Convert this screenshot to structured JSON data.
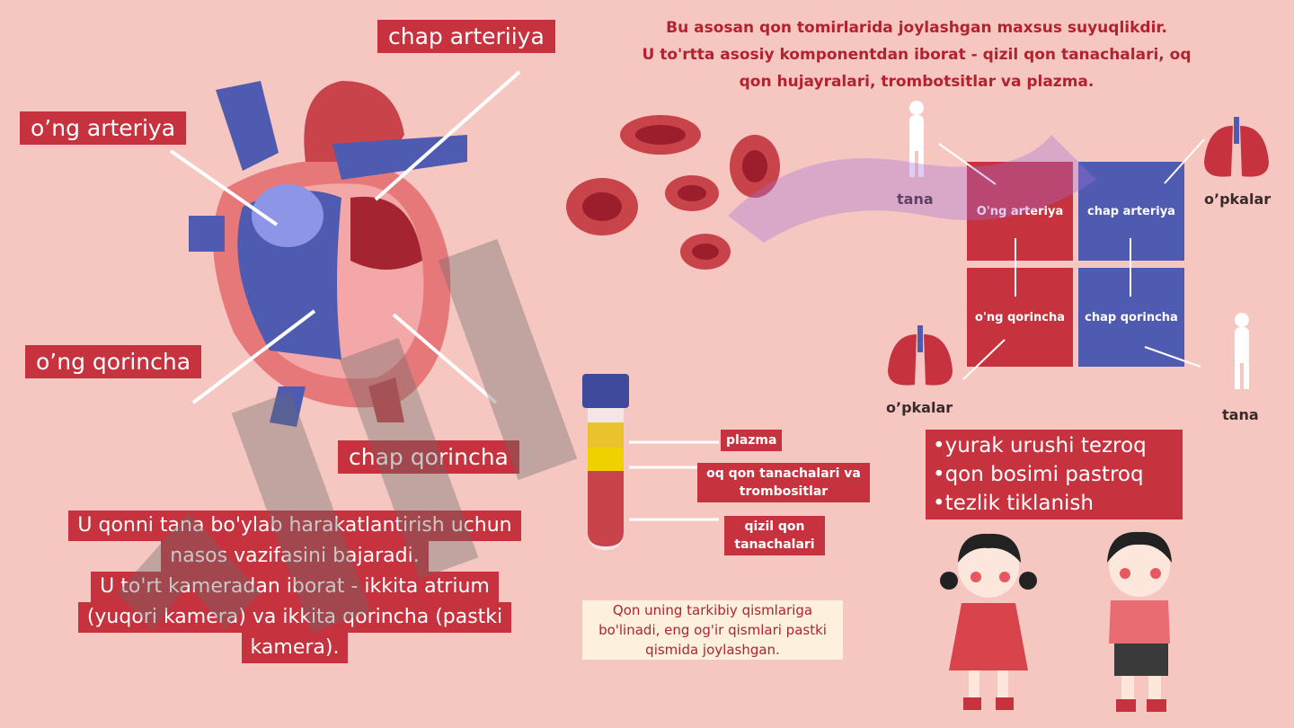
{
  "labels": {
    "left_artery": "chap arteriiya",
    "right_artery": "o’ng arteriya",
    "right_ventricle": "o’ng  qorincha",
    "left_ventricle": "chap qorincha"
  },
  "heart_description": [
    "U qonni tana bo'ylab harakatlantirish uchun",
    "nasos vazifasini bajaradi.",
    "U to'rt kameradan iborat - ikkita atrium",
    "(yuqori kamera) va ikkita qorincha (pastki",
    "kamera)."
  ],
  "intro": [
    "Bu asosan qon tomirlarida joylashgan maxsus suyuqlikdir.",
    "U to'rtta asosiy komponentdan iborat - qizil qon tanachalari, oq",
    "qon hujayralari, trombotsitlar va plazma."
  ],
  "tube_labels": {
    "plasma": "plazma",
    "wbc": "oq qon tanachalari va trombositlar",
    "rbc": "qizil qon tanachalari"
  },
  "tube_note": "Qon uning tarkibiy qismlariga bo'linadi, eng og'ir qismlari pastki qismida joylashgan.",
  "diagram": {
    "body_top": "tana",
    "lungs_top": "o’pkalar",
    "lungs_bottom": "o’pkalar",
    "body_bottom": "tana",
    "cells": {
      "right_artery": "O'ng arteriya",
      "left_artery": "chap arteriya",
      "right_ventricle": "o'ng qorincha",
      "left_ventricle": "chap qorincha"
    },
    "colors": {
      "red": "#c6323d",
      "blue": "#4f5bb0"
    }
  },
  "facts": [
    "yurak urushi tezroq",
    "qon bosimi pastroq",
    "tezlik tiklanish"
  ]
}
